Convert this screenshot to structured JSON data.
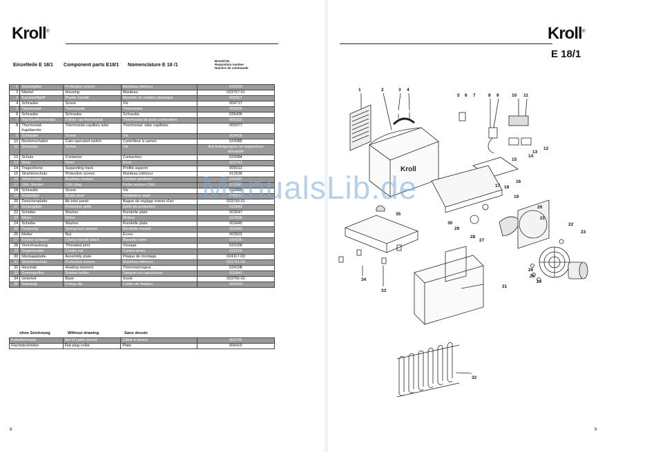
{
  "left": {
    "logo": "Kroll",
    "headers": {
      "de": "Einzelteile E 18/1",
      "en": "Component parts E18/1",
      "fr": "Nomenclature E 18 /1",
      "order": "Bestell-Nr.\nRequisition number\nNuméro de commande"
    },
    "rows": [
      {
        "n": "1",
        "de": "Schutzgitter",
        "en": "Protective screen",
        "fr": "Manteau intérieur",
        "no": "012633",
        "shade": true
      },
      {
        "n": "2",
        "de": "Mantel",
        "en": "Housing",
        "fr": "Manteau",
        "no": "023757-01",
        "shade": false
      },
      {
        "n": "3",
        "de": "Kunststoffgriff",
        "en": "Plastic handle",
        "fr": "Manette en matière plastique",
        "no": "005607",
        "shade": true
      },
      {
        "n": "4",
        "de": "Schraube",
        "en": "Screw",
        "fr": "Vis",
        "no": "004717",
        "shade": false
      },
      {
        "n": "5",
        "de": "Thermostat",
        "en": "Thermostat",
        "fr": "Thermostat",
        "no": "005625",
        "shade": true
      },
      {
        "n": "6",
        "de": "Schraube",
        "en": "Schraube",
        "fr": "Schraube",
        "no": "026436",
        "shade": false
      },
      {
        "n": "7",
        "de": "Nachlaufthermostat",
        "en": "Follow -up-thermostat",
        "fr": "Thermostat de post-combustion",
        "no": "005323",
        "shade": true
      },
      {
        "n": "8",
        "de": "Thermostat-\nKapillarrohr",
        "en": "Thermostat-capillary tube",
        "fr": "Thermostat  tube capillaire",
        "no": "005977",
        "shade": false
      },
      {
        "n": "9",
        "de": "Schraube",
        "en": "Screw",
        "fr": "Vis",
        "no": "003435",
        "shade": true
      },
      {
        "n": "10",
        "de": "Nockenschalter",
        "en": "Cam-operated switch",
        "fr": "Contrôleur à cames",
        "no": "024385",
        "shade": false
      },
      {
        "n": "11",
        "de": "Schraube",
        "en": "Screw",
        "fr": "Vis",
        "no": "Auf Anfrage/upon on request/sur\ndemande",
        "shade": true
      },
      {
        "n": "12",
        "de": "Schutz",
        "en": "Contactor",
        "fr": "Contacteur",
        "no": "024384",
        "shade": false
      },
      {
        "n": "13",
        "de": "Niete",
        "en": "Rivet",
        "fr": "Rivet",
        "no": "003743",
        "shade": true
      },
      {
        "n": "14",
        "de": "Tragschiene",
        "en": "Supporting track",
        "fr": "Profilé support",
        "no": "006013",
        "shade": false
      },
      {
        "n": "15",
        "de": "Strahlenschutz",
        "en": "Protective screen",
        "fr": "Manteau intérieur",
        "no": "012639",
        "shade": false
      },
      {
        "n": "16",
        "de": "Hilfskontakt",
        "en": "Auxiliary contact",
        "fr": "Contact auxiliaire",
        "no": "024387",
        "shade": true
      },
      {
        "n": "17",
        "de": "CEE Stecker",
        "en": "CEE plug",
        "fr": "Fiche secteur CEE",
        "no": "023397",
        "shade": true
      },
      {
        "n": "18",
        "de": "Schraube",
        "en": "Screw",
        "fr": "Vis",
        "no": "024389",
        "shade": false
      },
      {
        "n": "19",
        "de": "Axiallüfgel",
        "en": "Blade axial",
        "fr": "Ventilateur axial",
        "no": "006312",
        "shade": true
      },
      {
        "n": "20",
        "de": "Zwischenplatte",
        "en": "Air inlet panel",
        "fr": "Bague de réglage entrée d'air",
        "no": "023759-01",
        "shade": false
      },
      {
        "n": "21",
        "de": "Schutzgitter",
        "en": "Protective grille",
        "fr": "Grille de protection",
        "no": "012642",
        "shade": true
      },
      {
        "n": "22",
        "de": "Scheibe",
        "en": "Washer",
        "fr": "Rondelle plate",
        "no": "003547",
        "shade": false
      },
      {
        "n": "23",
        "de": "Motor",
        "en": "Motor",
        "fr": "Moteur",
        "no": "012609",
        "shade": true
      },
      {
        "n": "24",
        "de": "Scheibe",
        "en": "Washer",
        "fr": "Rondelle plate",
        "no": "003445",
        "shade": false
      },
      {
        "n": "25",
        "de": "Federring",
        "en": "Spring lock washer",
        "fr": "Rondelle ressort",
        "no": "003453",
        "shade": true
      },
      {
        "n": "26",
        "de": "Mutter",
        "en": "Nut",
        "fr": "Ecrou",
        "no": "003501",
        "shade": false
      },
      {
        "n": "27",
        "de": "Knebel schwarz",
        "en": "Clamp handle black",
        "fr": "Manette noire",
        "no": "024336",
        "shade": true
      },
      {
        "n": "28",
        "de": "Verschraubung",
        "en": "Threaded joint",
        "fr": "Vissage",
        "no": "023158",
        "shade": false
      },
      {
        "n": "29",
        "de": "Gegenmutter",
        "en": "Contre nut",
        "fr": "Contre-écrou",
        "no": "023209",
        "shade": true
      },
      {
        "n": "30",
        "de": "Montageplatte",
        "en": "Assembly plate",
        "fr": "Plaque de montage",
        "no": "024117-03",
        "shade": false
      },
      {
        "n": "31",
        "de": "Strahlenschutz",
        "en": "Protective screen",
        "fr": "Manteau intérieur",
        "no": "023761-03",
        "shade": true
      },
      {
        "n": "32",
        "de": "Heizstab",
        "en": "Heating element",
        "fr": "Thermoplongeur",
        "no": "024108",
        "shade": false
      },
      {
        "n": "33",
        "de": "Gummipuffer",
        "en": "Rubber buffer",
        "fr": "Tampon en caoutchouc",
        "no": "003942",
        "shade": true
      },
      {
        "n": "34",
        "de": "Unterteil",
        "en": "Base",
        "fr": "Socle",
        "no": "023756-02",
        "shade": false
      },
      {
        "n": "35",
        "de": "Kabelclip",
        "en": "Fixing clip",
        "fr": "Collier de fixation",
        "no": "005920",
        "shade": true
      }
    ],
    "without_headers": {
      "de": "ohne Zeichnung",
      "en": "Without drawing",
      "fr": "Sans dessin"
    },
    "without_rows": [
      {
        "de": "Kabelitzensatz",
        "en": "Set of cable strand",
        "fr": "Câble à torons",
        "no": "003796",
        "shade": true
      },
      {
        "de": "Flachsteckhülse",
        "en": "Flat plug collar",
        "fr": "Plate",
        "no": "006419",
        "shade": false
      }
    ],
    "page_number": "8"
  },
  "right": {
    "logo": "Kroll",
    "model": "E 18/1",
    "page_number": "9"
  },
  "watermark": "ManualsLib.de",
  "callouts": [
    "1",
    "2",
    "3",
    "4",
    "5",
    "6",
    "7",
    "8",
    "9",
    "10",
    "11",
    "12",
    "13",
    "14",
    "15",
    "16",
    "17",
    "18",
    "19",
    "20",
    "21",
    "22",
    "23",
    "24",
    "25",
    "26",
    "27",
    "28",
    "29",
    "30",
    "31",
    "32",
    "33",
    "34",
    "35"
  ]
}
